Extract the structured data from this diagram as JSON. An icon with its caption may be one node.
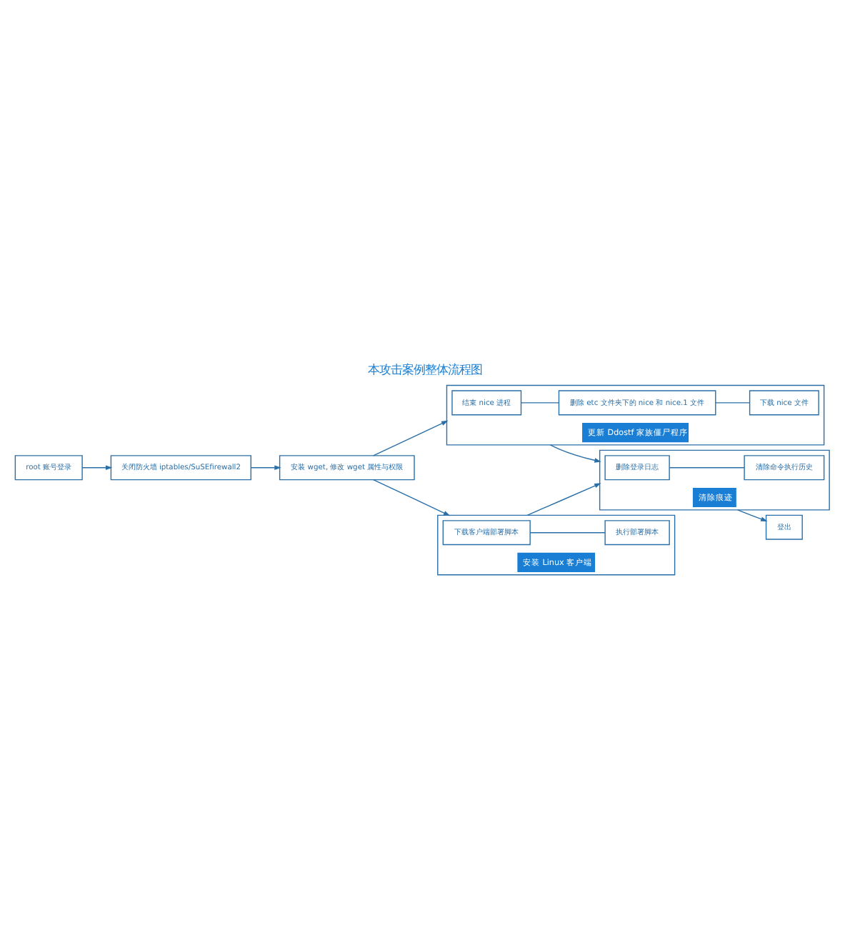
{
  "diagram": {
    "title": "本攻击案例整体流程图",
    "nodes": [
      {
        "text": [
          "root 账号登录"
        ]
      },
      {
        "text": [
          "关闭防火墙 iptables/SuSEfirewall2"
        ]
      },
      {
        "text": [
          "安装 wget, 修改 wget 属性与权限"
        ]
      },
      {
        "text": [
          "更新 Ddostf 家族僵尸程序"
        ]
      },
      {
        "text": [
          "结束 nice 进程"
        ],
        "in": 3
      },
      {
        "text": [
          "删除 etc 文件夹下的 nice 和 nice.1 文件"
        ],
        "in": 3
      },
      {
        "text": [
          "下载 nice 文件"
        ],
        "in": 3
      },
      {
        "text": [
          "安装 Linux 客户端"
        ]
      },
      {
        "text": [
          "下载客户端部署脚本"
        ],
        "in": 7
      },
      {
        "text": [
          "执行部署脚本"
        ],
        "in": 7
      },
      {
        "text": [
          "清除痕迹"
        ]
      },
      {
        "text": [
          "删除登录日志"
        ],
        "in": 10
      },
      {
        "text": [
          "清除命令执行历史"
        ],
        "in": 10
      },
      {
        "text": [
          "登出"
        ]
      }
    ],
    "edges": [
      {
        "from": 0,
        "to": 1,
        "arrow": "to"
      },
      {
        "from": 1,
        "to": 2,
        "arrow": "to"
      },
      {
        "from": 2,
        "to": 3,
        "arrow": "to"
      },
      {
        "from": 2,
        "to": 7,
        "arrow": "to"
      },
      {
        "from": 4,
        "to": 5,
        "arrow": "none"
      },
      {
        "from": 5,
        "to": 6,
        "arrow": "none"
      },
      {
        "from": 8,
        "to": 9,
        "arrow": "none"
      },
      {
        "from": 3,
        "to": 10,
        "arrow": "to"
      },
      {
        "from": 7,
        "to": 10,
        "arrow": "to"
      },
      {
        "from": 11,
        "to": 12,
        "arrow": "none"
      },
      {
        "from": 10,
        "to": 13,
        "arrow": "to"
      }
    ]
  }
}
